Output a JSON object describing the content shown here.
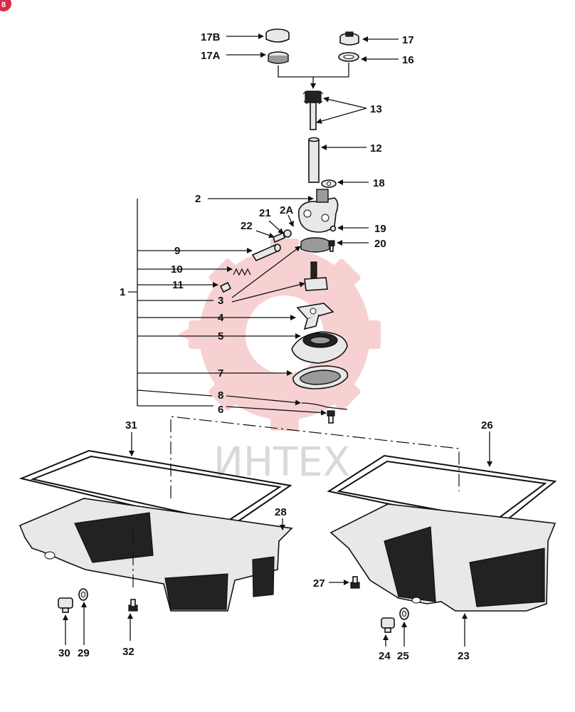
{
  "corner_badge": "8",
  "watermark": {
    "text": "ИНТЕХ",
    "color": "#e8353b"
  },
  "callouts": [
    "17B",
    "17A",
    "17",
    "16",
    "13",
    "12",
    "18",
    "2",
    "2A",
    "21",
    "22",
    "19",
    "20",
    "9",
    "10",
    "11",
    "1",
    "3",
    "4",
    "5",
    "7",
    "8",
    "6",
    "31",
    "26",
    "28",
    "27",
    "30",
    "29",
    "32",
    "24",
    "25",
    "23"
  ],
  "colors": {
    "ink": "#111111",
    "watermark_gear": "#f4c4c6"
  }
}
